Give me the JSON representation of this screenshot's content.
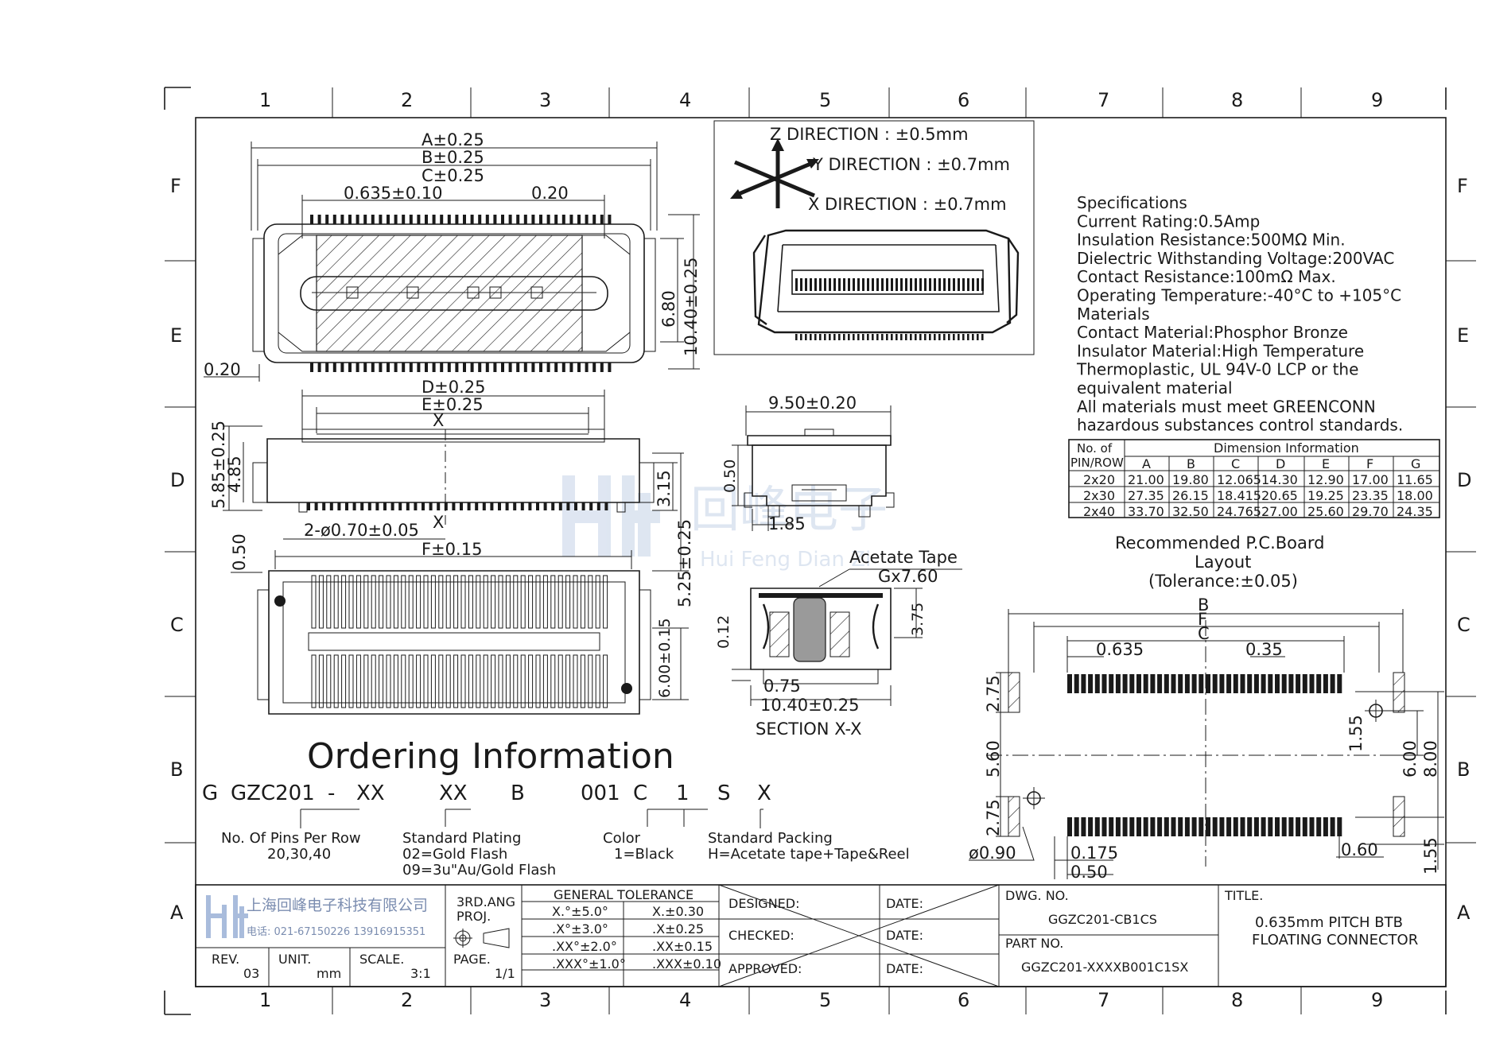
{
  "grid": {
    "columns": [
      "1",
      "2",
      "3",
      "4",
      "5",
      "6",
      "7",
      "8",
      "9"
    ],
    "rows": [
      "F",
      "E",
      "D",
      "C",
      "B",
      "A"
    ]
  },
  "top_view": {
    "dims": [
      "A±0.25",
      "B±0.25",
      "C±0.25",
      "0.635±0.10",
      "0.20",
      "6.80",
      "10.40±0.25",
      "0.20"
    ]
  },
  "front_view": {
    "dims": [
      "D±0.25",
      "E±0.25",
      "X",
      "X",
      "5.85±0.25",
      "4.85",
      "3.15",
      "2-ø0.70±0.05"
    ]
  },
  "bottom_view": {
    "dims": [
      "0.50",
      "F±0.15",
      "5.25±0.25",
      "6.00±0.15"
    ]
  },
  "direction": {
    "axes": [
      "Z",
      "Y",
      "X"
    ],
    "lines": [
      "Z  DIRECTION : ±0.5mm",
      "Y  DIRECTION : ±0.7mm",
      "X  DIRECTION : ±0.7mm"
    ]
  },
  "side_view": {
    "dims": [
      "9.50±0.20",
      "0.50",
      "1.85"
    ]
  },
  "section": {
    "dims": [
      "Acetate Tape",
      "Gx7.60",
      "3.75",
      "0.12",
      "0.75",
      "10.40±0.25"
    ],
    "title": "SECTION X-X"
  },
  "specifications": {
    "lines": [
      "Specifications",
      "Current Rating:0.5Amp",
      "Insulation Resistance:500MΩ Min.",
      "Dielectric Withstanding Voltage:200VAC",
      "Contact Resistance:100mΩ Max.",
      "Operating Temperature:-40°C to +105°C",
      "Materials",
      "Contact Material:Phosphor Bronze",
      "Insulator Material:High Temperature",
      "Thermoplastic, UL 94V-0 LCP or the",
      "equivalent material",
      "All materials must meet GREENCONN",
      "hazardous substances control standards."
    ]
  },
  "dimension_table": {
    "corner_top": "No. of",
    "corner_bottom": "PIN/ROW",
    "group_header": "Dimension Information",
    "columns": [
      "A",
      "B",
      "C",
      "D",
      "E",
      "F",
      "G"
    ],
    "rows": [
      [
        "2x20",
        "21.00",
        "19.80",
        "12.065",
        "14.30",
        "12.90",
        "17.00",
        "11.65"
      ],
      [
        "2x30",
        "27.35",
        "26.15",
        "18.415",
        "20.65",
        "19.25",
        "23.35",
        "18.00"
      ],
      [
        "2x40",
        "33.70",
        "32.50",
        "24.765",
        "27.00",
        "25.60",
        "29.70",
        "24.35"
      ]
    ]
  },
  "pcb_layout": {
    "title_lines": [
      "Recommended P.C.Board",
      "Layout",
      "(Tolerance:±0.05)"
    ],
    "dims": [
      "B",
      "F",
      "C",
      "0.635",
      "0.35",
      "2.75",
      "5.60",
      "2.75",
      "1.55",
      "6.00",
      "8.00",
      "ø0.90",
      "0.175",
      "0.50",
      "0.60",
      "1.55"
    ]
  },
  "watermark": {
    "cn": "回峰电子",
    "en": "Hui Feng Dian Zi"
  },
  "ordering": {
    "title": "Ordering Information",
    "code_parts": [
      "G",
      "GZC201",
      "-",
      "XX",
      "XX",
      "B",
      "001",
      "C",
      "1",
      "S",
      "X"
    ],
    "labels": [
      [
        "No. Of Pins Per Row",
        "20,30,40"
      ],
      [
        "Standard Plating",
        "02=Gold Flash",
        "09=3u\"Au/Gold Flash"
      ],
      [
        "Color",
        "1=Black"
      ],
      [
        "Standard Packing",
        "H=Acetate tape+Tape&Reel"
      ]
    ]
  },
  "title_block": {
    "company_cn": "上海回峰电子科技有限公司",
    "company_tel": "电话: 021-67150226  13916915351",
    "angle_line1": "3RD.ANG",
    "angle_line2": "PROJ.",
    "tolerance_title": "GENERAL  TOLERANCE",
    "tolerance_rows": [
      [
        "X.°±5.0°",
        "X.±0.30"
      ],
      [
        ".X°±3.0°",
        ".X±0.25"
      ],
      [
        ".XX°±2.0°",
        ".XX±0.15"
      ],
      [
        ".XXX°±1.0°",
        ".XXX±0.10"
      ]
    ],
    "rev_label": "REV.",
    "rev_value": "03",
    "unit_label": "UNIT.",
    "unit_value": "mm",
    "scale_label": "SCALE.",
    "scale_value": "3:1",
    "page_label": "PAGE.",
    "page_value": "1/1",
    "designed": "DESIGNED:",
    "checked": "CHECKED:",
    "approved": "APPROVED:",
    "date": "DATE:",
    "dwg_label": "DWG. NO.",
    "dwg_value": "GGZC201-CB1CS",
    "part_label": "PART NO.",
    "part_value": "GGZC201-XXXXB001C1SX",
    "title_label": "TITLE.",
    "title_line1": "0.635mm  PITCH  BTB",
    "title_line2": "FLOATING  CONNECTOR"
  }
}
